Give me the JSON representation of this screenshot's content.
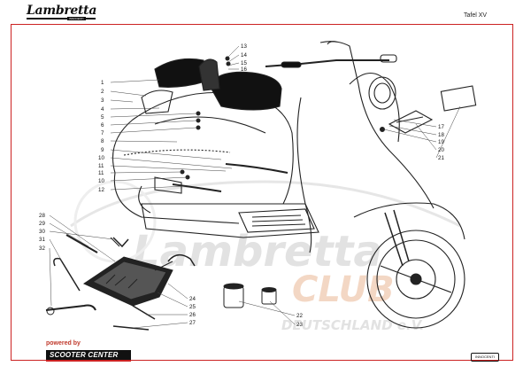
{
  "header": {
    "brand": "Lambretta",
    "brand_sub": "INNOCENTI",
    "plate": "Tafel XV"
  },
  "watermark": {
    "line1": "Lambretta",
    "line2": "CLUB",
    "line3": "DEUTSCHLAND e.V."
  },
  "footer": {
    "powered_by": "powered by",
    "sponsor": "SCOOTER CENTER",
    "maker_badge": "INNOCENTI"
  },
  "colors": {
    "frame": "#cc2222",
    "ink": "#111111",
    "watermark": "#dddddd",
    "watermark_accent": "#f3d7c4"
  },
  "callouts": {
    "left": [
      "1",
      "2",
      "3",
      "4",
      "5",
      "6",
      "7",
      "8",
      "9",
      "10",
      "11",
      "11",
      "10",
      "12"
    ],
    "top": [
      "13",
      "14",
      "15",
      "16"
    ],
    "right": [
      "17",
      "18",
      "19",
      "20",
      "21"
    ],
    "lower_left": [
      "28",
      "29",
      "30",
      "31",
      "32"
    ],
    "lower_mid": [
      "24",
      "25",
      "26",
      "27"
    ],
    "bottom": [
      "22",
      "23"
    ]
  }
}
